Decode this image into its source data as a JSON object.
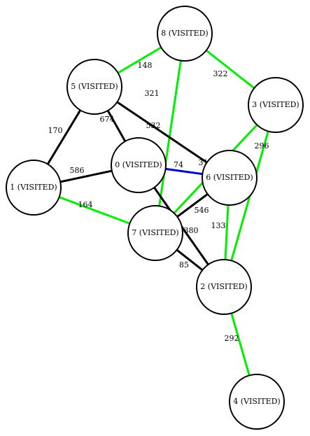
{
  "colors": {
    "default_edge": "#000000",
    "tree_edge": "#00ee00",
    "current_edge": "#0000cc"
  },
  "nodes": [
    {
      "id": "0",
      "label": "0 (VISITED)"
    },
    {
      "id": "1",
      "label": "1 (VISITED)"
    },
    {
      "id": "2",
      "label": "2 (VISITED)"
    },
    {
      "id": "3",
      "label": "3 (VISITED)"
    },
    {
      "id": "4",
      "label": "4 (VISITED)"
    },
    {
      "id": "5",
      "label": "5 (VISITED)"
    },
    {
      "id": "6",
      "label": "6 (VISITED)"
    },
    {
      "id": "7",
      "label": "7 (VISITED)"
    },
    {
      "id": "8",
      "label": "8 (VISITED)"
    }
  ],
  "edges": [
    {
      "from": "8",
      "to": "5",
      "weight": "148",
      "color": "tree_edge"
    },
    {
      "from": "8",
      "to": "3",
      "weight": "322",
      "color": "tree_edge"
    },
    {
      "from": "8",
      "to": "7",
      "weight": "321",
      "color": "tree_edge"
    },
    {
      "from": "5",
      "to": "1",
      "weight": "170",
      "color": "default_edge"
    },
    {
      "from": "5",
      "to": "0",
      "weight": "674",
      "color": "default_edge"
    },
    {
      "from": "5",
      "to": "6",
      "weight": "532",
      "color": "default_edge"
    },
    {
      "from": "3",
      "to": "7",
      "weight": "312",
      "color": "tree_edge"
    },
    {
      "from": "3",
      "to": "2",
      "weight": "296",
      "color": "tree_edge"
    },
    {
      "from": "0",
      "to": "1",
      "weight": "586",
      "color": "default_edge"
    },
    {
      "from": "0",
      "to": "6",
      "weight": "74",
      "color": "current_edge"
    },
    {
      "from": "0",
      "to": "2",
      "weight": "380",
      "color": "default_edge"
    },
    {
      "from": "1",
      "to": "7",
      "weight": "164",
      "color": "tree_edge"
    },
    {
      "from": "6",
      "to": "7",
      "weight": "546",
      "color": "default_edge"
    },
    {
      "from": "7",
      "to": "2",
      "weight": "85",
      "color": "default_edge"
    },
    {
      "from": "6",
      "to": "2",
      "weight": "133",
      "color": "tree_edge"
    },
    {
      "from": "2",
      "to": "4",
      "weight": "292",
      "color": "tree_edge"
    }
  ]
}
